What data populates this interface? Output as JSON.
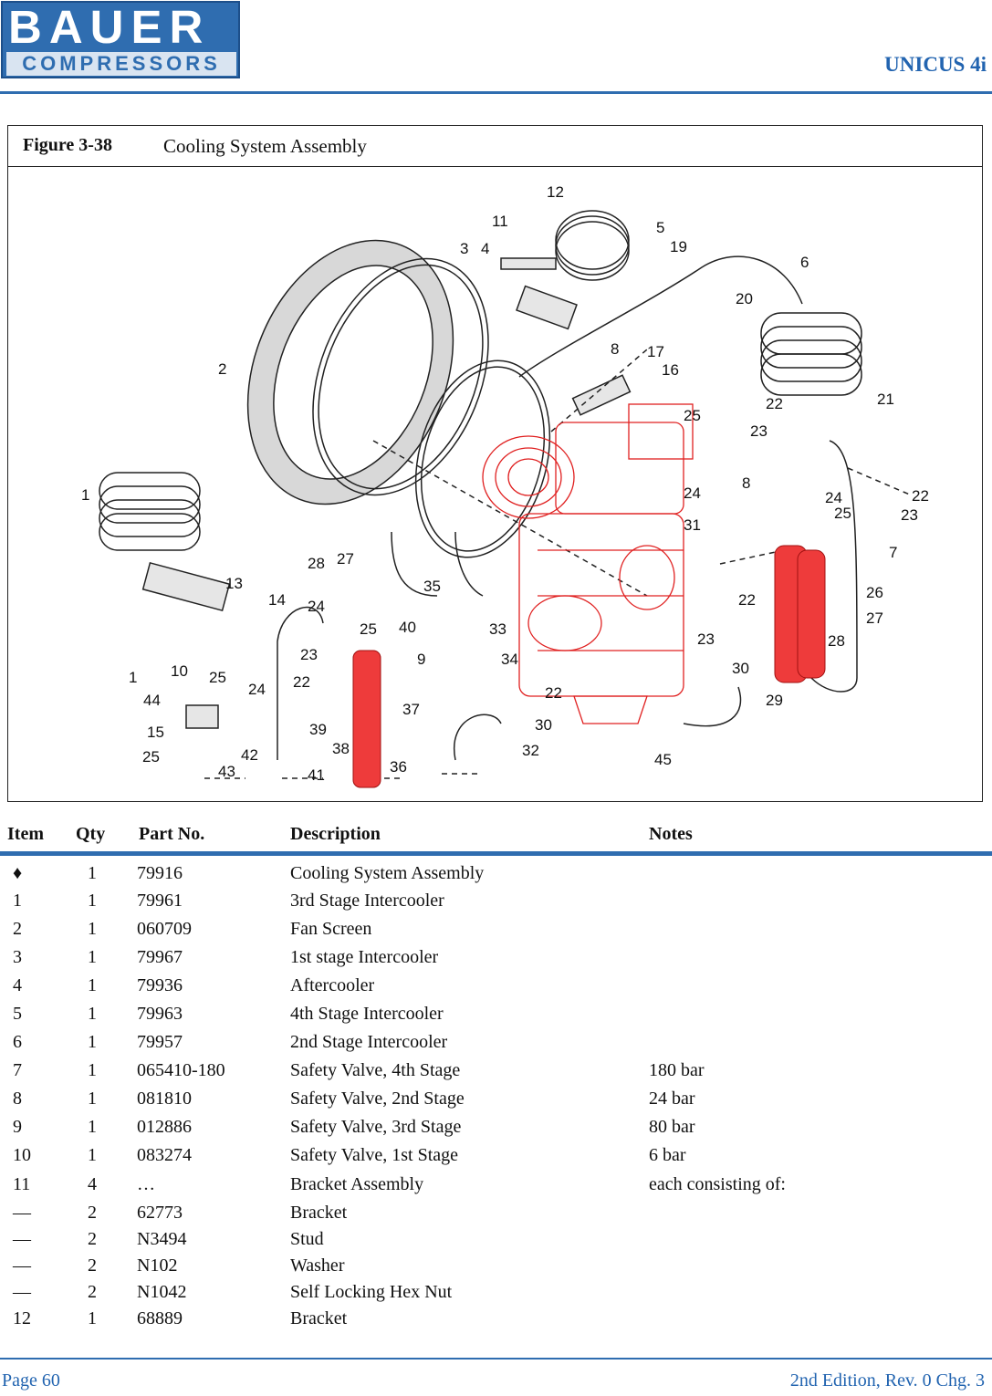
{
  "header": {
    "logo_top": "BAUER",
    "logo_bottom": "COMPRESSORS",
    "model": "UNICUS 4i",
    "brand_color": "#2f6db0"
  },
  "figure": {
    "label": "Figure 3-38",
    "title": "Cooling System Assembly",
    "callouts": [
      "1",
      "2",
      "3",
      "4",
      "5",
      "6",
      "7",
      "8",
      "9",
      "10",
      "11",
      "12",
      "13",
      "14",
      "15",
      "16",
      "17",
      "19",
      "20",
      "21",
      "22",
      "23",
      "24",
      "25",
      "26",
      "27",
      "28",
      "29",
      "30",
      "31",
      "32",
      "33",
      "35",
      "36",
      "37",
      "38",
      "39",
      "40",
      "41",
      "42",
      "43",
      "44",
      "45"
    ]
  },
  "table": {
    "columns": [
      "Item",
      "Qty",
      "Part No.",
      "Description",
      "Notes"
    ],
    "rows": [
      {
        "item": "♦",
        "qty": "1",
        "part": "79916",
        "desc": "Cooling System Assembly",
        "notes": ""
      },
      {
        "item": "1",
        "qty": "1",
        "part": "79961",
        "desc": "3rd Stage Intercooler",
        "notes": ""
      },
      {
        "item": "2",
        "qty": "1",
        "part": "060709",
        "desc": "Fan Screen",
        "notes": ""
      },
      {
        "item": "3",
        "qty": "1",
        "part": "79967",
        "desc": "1st stage Intercooler",
        "notes": ""
      },
      {
        "item": "4",
        "qty": "1",
        "part": "79936",
        "desc": "Aftercooler",
        "notes": ""
      },
      {
        "item": "5",
        "qty": "1",
        "part": "79963",
        "desc": "4th Stage Intercooler",
        "notes": ""
      },
      {
        "item": "6",
        "qty": "1",
        "part": "79957",
        "desc": "2nd Stage Intercooler",
        "notes": ""
      },
      {
        "item": "7",
        "qty": "1",
        "part": "065410-180",
        "desc": "Safety Valve, 4th Stage",
        "notes": "180 bar"
      },
      {
        "item": "8",
        "qty": "1",
        "part": "081810",
        "desc": "Safety Valve, 2nd Stage",
        "notes": "24 bar"
      },
      {
        "item": "9",
        "qty": "1",
        "part": "012886",
        "desc": "Safety Valve, 3rd Stage",
        "notes": "80 bar"
      },
      {
        "item": "10",
        "qty": "1",
        "part": "083274",
        "desc": "Safety Valve, 1st Stage",
        "notes": "6 bar"
      },
      {
        "item": "11",
        "qty": "4",
        "part": "…",
        "desc": "Bracket Assembly",
        "notes": "each consisting of:"
      },
      {
        "item": "—",
        "qty": "2",
        "part": "62773",
        "desc": "Bracket",
        "notes": ""
      },
      {
        "item": "—",
        "qty": "2",
        "part": "N3494",
        "desc": "Stud",
        "notes": ""
      },
      {
        "item": "—",
        "qty": "2",
        "part": "N102",
        "desc": "Washer",
        "notes": ""
      },
      {
        "item": "—",
        "qty": "2",
        "part": "N1042",
        "desc": "Self Locking Hex Nut",
        "notes": ""
      },
      {
        "item": "12",
        "qty": "1",
        "part": "68889",
        "desc": "Bracket",
        "notes": ""
      }
    ]
  },
  "footer": {
    "page": "Page 60",
    "edition": "2nd Edition, Rev. 0 Chg. 3"
  }
}
